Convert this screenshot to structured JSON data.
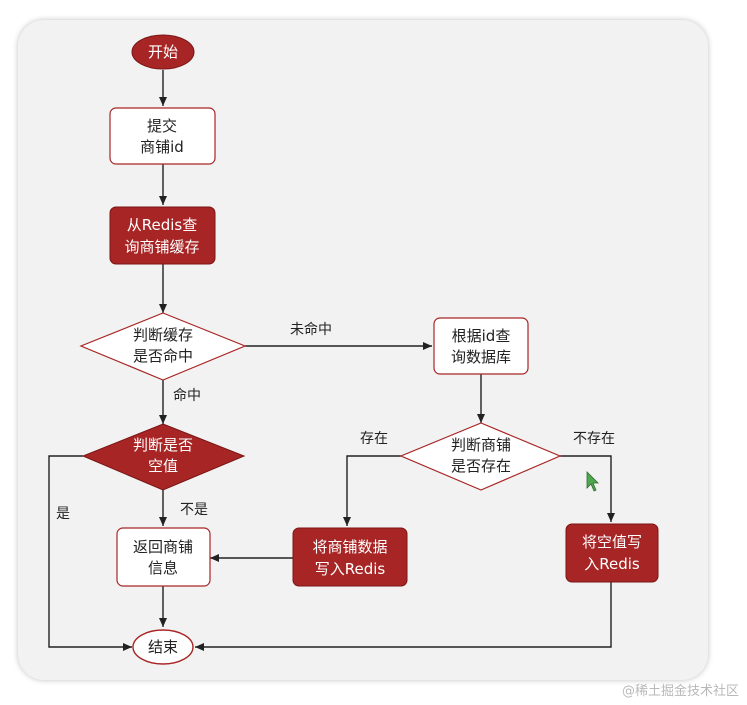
{
  "colors": {
    "accent": "#a82525",
    "stroke": "#a82525",
    "line": "#222222",
    "text_dark": "#222222",
    "text_light": "#ffffff"
  },
  "nodes": {
    "start": {
      "label": "开始"
    },
    "submit": {
      "line1": "提交",
      "line2": "商铺id"
    },
    "query_redis": {
      "line1": "从Redis查",
      "line2": "询商铺缓存"
    },
    "hit_decision": {
      "line1": "判断缓存",
      "line2": "是否命中"
    },
    "query_db": {
      "line1": "根据id查",
      "line2": "询数据库"
    },
    "null_decision": {
      "line1": "判断是否",
      "line2": "空值"
    },
    "exists_decision": {
      "line1": "判断商铺",
      "line2": "是否存在"
    },
    "return_info": {
      "line1": "返回商铺",
      "line2": "信息"
    },
    "write_shop": {
      "line1": "将商铺数据",
      "line2": "写入Redis"
    },
    "write_null": {
      "line1": "将空值写",
      "line2": "入Redis"
    },
    "end": {
      "label": "结束"
    }
  },
  "edge_labels": {
    "miss": "未命中",
    "hit": "命中",
    "yes": "是",
    "not": "不是",
    "exists": "存在",
    "not_exists": "不存在"
  },
  "watermark": "@稀土掘金技术社区"
}
